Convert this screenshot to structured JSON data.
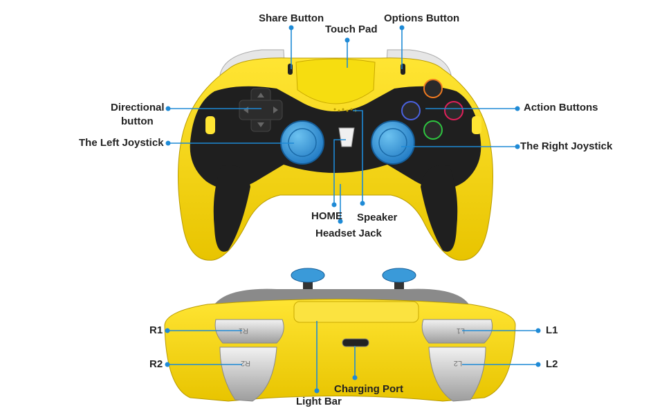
{
  "labels": {
    "share": "Share Button",
    "touchpad": "Touch Pad",
    "options": "Options Button",
    "directional_line1": "Directional",
    "directional_line2": "button",
    "action": "Action Buttons",
    "left_stick": "The Left Joystick",
    "right_stick": "The Right Joystick",
    "home": "HOME",
    "speaker": "Speaker",
    "headset": "Headset Jack",
    "r1": "R1",
    "r2": "R2",
    "l1": "L1",
    "l2": "L2",
    "charging": "Charging Port",
    "lightbar": "Light Bar",
    "trigger_r1": "R1",
    "trigger_r2": "R2",
    "trigger_l1": "L1",
    "trigger_l2": "L2"
  },
  "colors": {
    "callout": "#1e8ad6",
    "shell": "#f5d800",
    "body": "#1f1f1f",
    "stick": "#3a9ad9",
    "trigger": "#c9c9c9"
  }
}
